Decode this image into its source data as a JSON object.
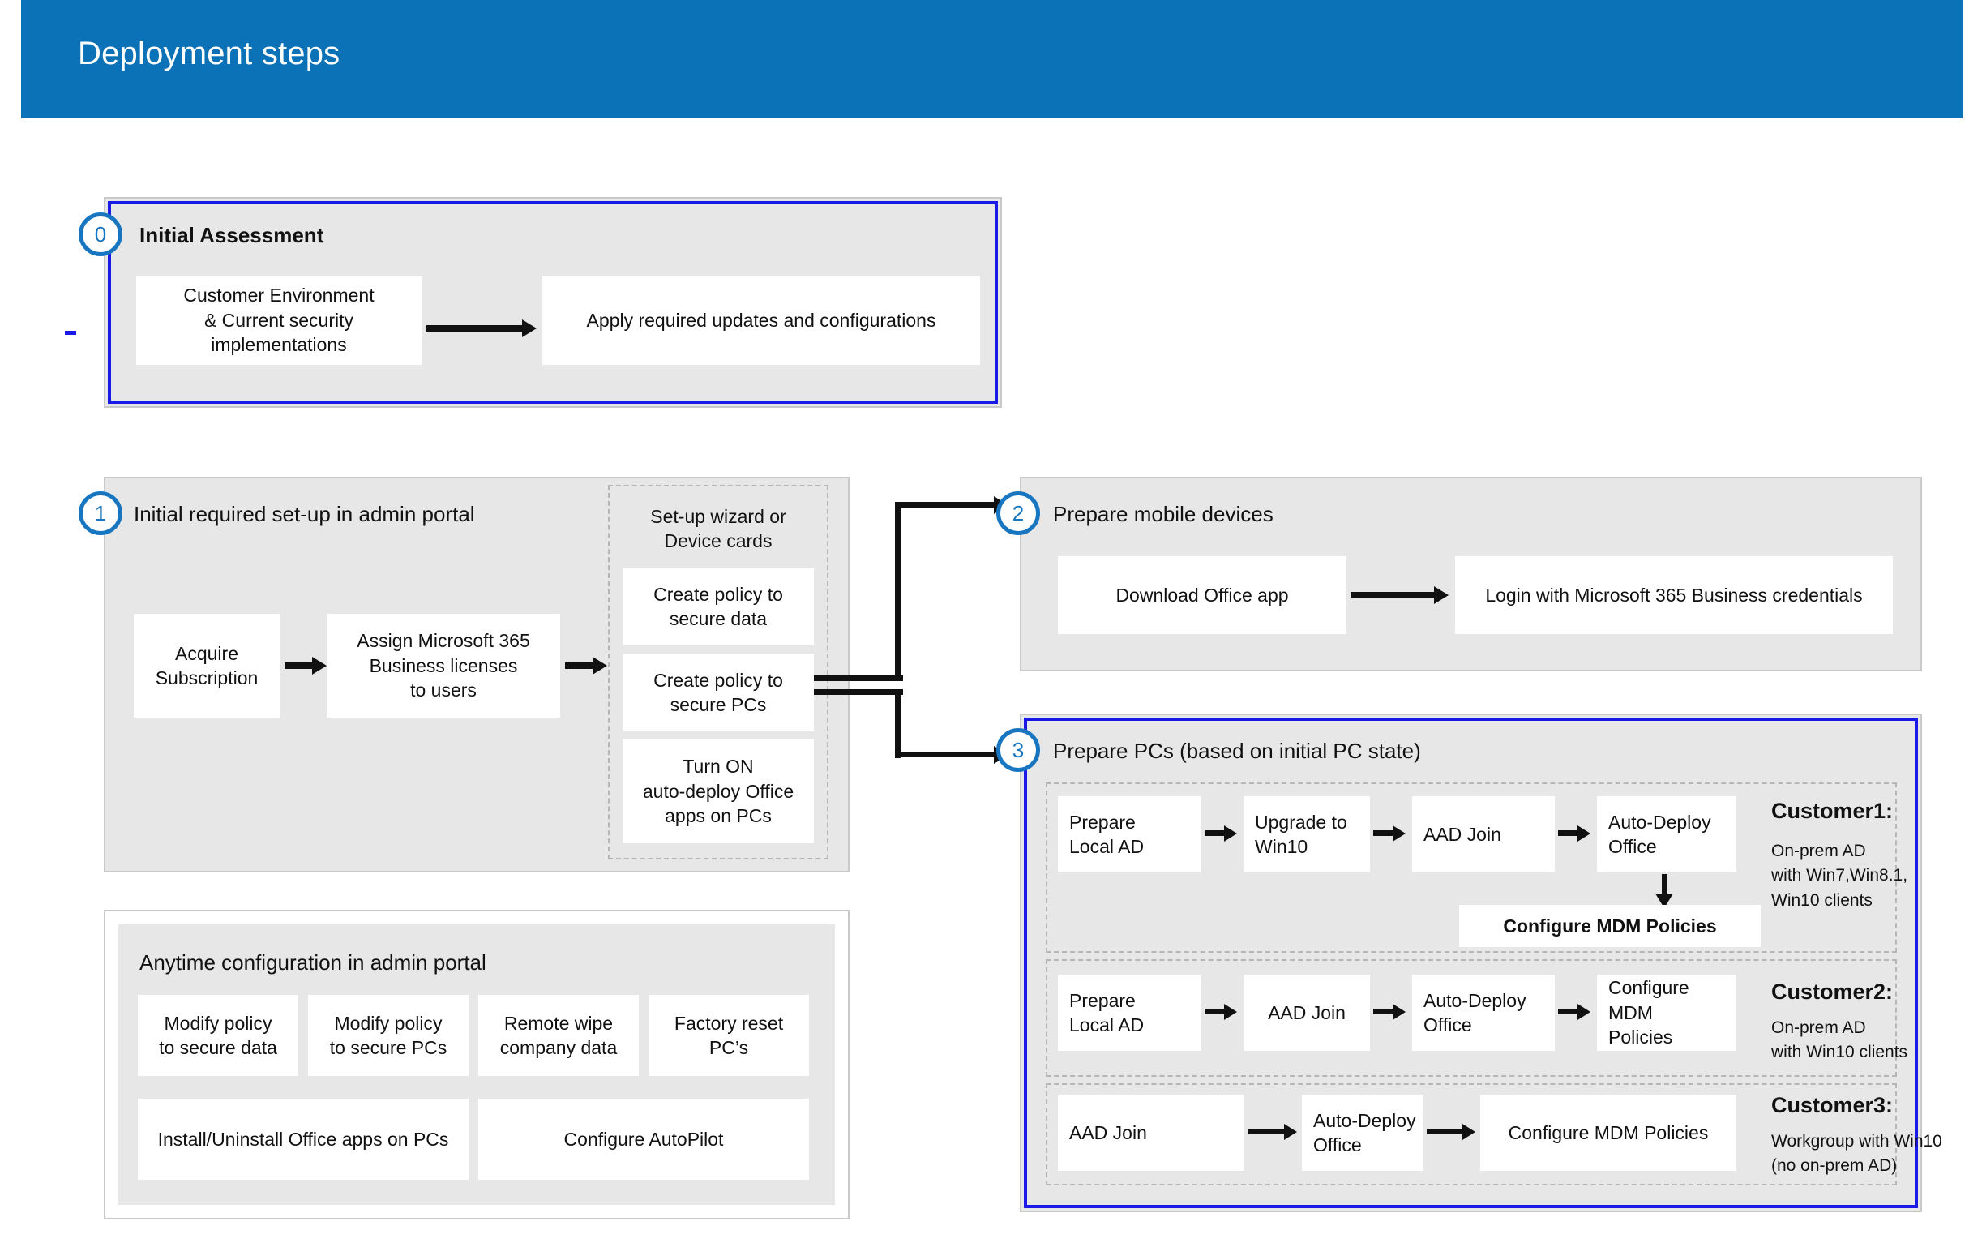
{
  "header": {
    "title": "Deployment steps",
    "accent": "#0c72b8"
  },
  "colors": {
    "banner": "#0c72b8",
    "badge_blue": "#1876c0",
    "highlight_border": "#1a1ae8",
    "panel_fill": "#e7e7e7",
    "panel_border": "#c9c9c9",
    "box_fill": "#ffffff",
    "arrow": "#111111",
    "dashed_border": "#b6b6b6"
  },
  "sections": {
    "initial_assessment": {
      "badge": "0",
      "title": "Initial Assessment",
      "boxes": [
        "Customer Environment\n& Current security\nimplementations",
        "Apply required updates and configurations"
      ]
    },
    "initial_setup": {
      "badge": "1",
      "title": "Initial required set-up in admin portal",
      "boxes": [
        "Acquire\nSubscription",
        "Assign Microsoft 365\nBusiness licenses\nto users"
      ],
      "group": {
        "label": "Set-up wizard or\nDevice cards",
        "items": [
          "Create policy to\nsecure data",
          "Create policy to\nsecure PCs",
          "Turn ON\nauto-deploy Office\napps on PCs"
        ]
      }
    },
    "anytime_config": {
      "title": "Anytime configuration in admin portal",
      "row1": [
        "Modify policy\nto secure data",
        "Modify policy\nto secure PCs",
        "Remote wipe\ncompany data",
        "Factory reset\nPC’s"
      ],
      "row2": [
        "Install/Uninstall Office apps on PCs",
        "Configure AutoPilot"
      ]
    },
    "prepare_mobile": {
      "badge": "2",
      "title": "Prepare mobile devices",
      "boxes": [
        "Download Office app",
        "Login with Microsoft 365 Business credentials"
      ]
    },
    "prepare_pcs": {
      "badge": "3",
      "title": "Prepare PCs (based on initial PC state)",
      "customers": [
        {
          "name": "Customer1:",
          "desc": "On-prem AD\nwith Win7,Win8.1,\nWin10 clients",
          "steps": [
            "Prepare\nLocal AD",
            "Upgrade to\nWin10",
            "AAD Join",
            "Auto-Deploy\nOffice"
          ],
          "branch": "Configure MDM Policies"
        },
        {
          "name": "Customer2:",
          "desc": "On-prem AD\nwith Win10 clients",
          "steps": [
            "Prepare\nLocal AD",
            "AAD Join",
            "Auto-Deploy\nOffice",
            "Configure MDM\nPolicies"
          ],
          "branch": null
        },
        {
          "name": "Customer3:",
          "desc": "Workgroup with Win10\n(no on-prem AD)",
          "steps": [
            "AAD Join",
            "Auto-Deploy\nOffice",
            "Configure MDM Policies"
          ],
          "branch": null
        }
      ]
    }
  }
}
